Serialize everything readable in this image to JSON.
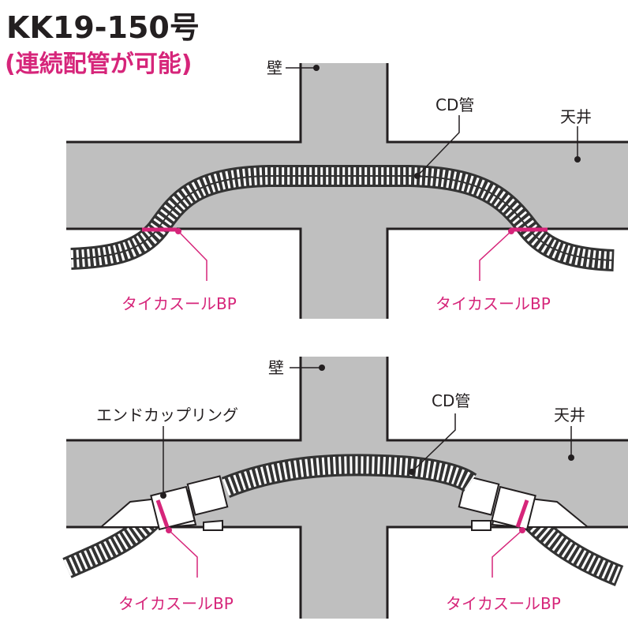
{
  "header": {
    "title": "KK19-150号",
    "subtitle": "(連続配管が可能)"
  },
  "diagram_top": {
    "wall_label": "壁",
    "pipe_label": "CD管",
    "ceiling_label": "天井",
    "left_product_label": "タイカスールBP",
    "right_product_label": "タイカスールBP"
  },
  "diagram_bottom": {
    "wall_label": "壁",
    "pipe_label": "CD管",
    "ceiling_label": "天井",
    "coupling_label": "エンドカップリング",
    "left_product_label": "タイカスールBP",
    "right_product_label": "タイカスールBP"
  },
  "colors": {
    "wall_fill": "#bfbfbf",
    "outline": "#231f20",
    "accent": "#d6257a"
  }
}
